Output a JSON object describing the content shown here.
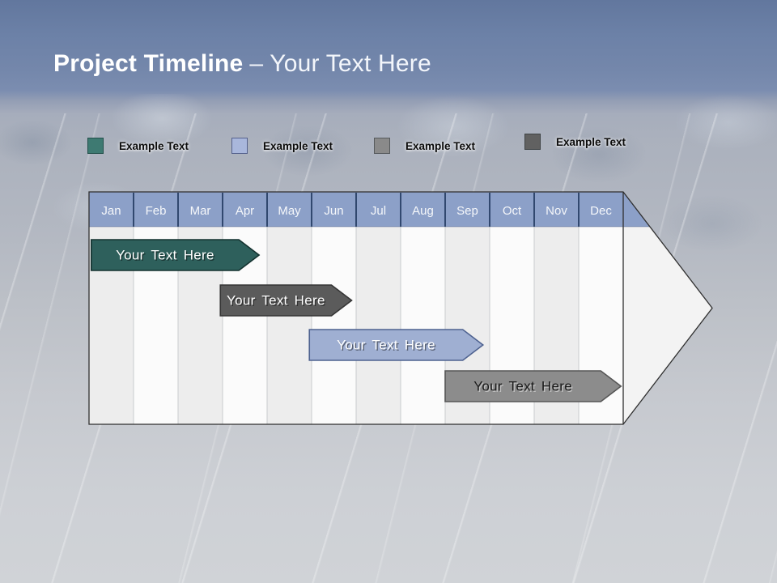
{
  "slide": {
    "title": {
      "primary": "Project Timeline",
      "secondary": "– Your Text Here"
    },
    "legend": [
      {
        "label": "Example Text",
        "color": "#3E7A72",
        "border": "#23504B"
      },
      {
        "label": "Example Text",
        "color": "#A9B7DC",
        "border": "#55618C"
      },
      {
        "label": "Example Text",
        "color": "#8A8A8A",
        "border": "#55595C"
      },
      {
        "label": "Example Text",
        "color": "#616161",
        "border": "#3F4345"
      }
    ]
  },
  "chart_data": {
    "type": "gantt",
    "title": "Project Timeline – Your Text Here",
    "months": [
      "Jan",
      "Feb",
      "Mar",
      "Apr",
      "May",
      "Jun",
      "Jul",
      "Aug",
      "Sep",
      "Oct",
      "Nov",
      "Dec"
    ],
    "layout": {
      "header_fill": "#8CA0C8",
      "header_divider": "#31486F",
      "month_text_color": "#F5F7FA",
      "stripe_odd": "#EDEDED",
      "stripe_even": "#FBFBFB",
      "tip_fill": "#F3F3F3",
      "column_line": "#C9CCCE",
      "outline": "#2F2F2F"
    },
    "bars": [
      {
        "label": "Your Text Here",
        "row": 0,
        "start_month": 0.05,
        "end_month": 3.82,
        "fill": "#2E605C",
        "stroke": "#14322F",
        "text_color": "#FFFFFF"
      },
      {
        "label": "Your Text Here",
        "row": 1,
        "start_month": 2.95,
        "end_month": 5.9,
        "fill": "#5B5B5B",
        "stroke": "#353535",
        "text_color": "#FFFFFF"
      },
      {
        "label": "Your Text Here",
        "row": 2,
        "start_month": 4.95,
        "end_month": 8.85,
        "fill": "#9FAFD2",
        "stroke": "#4E6290",
        "text_color": "#FFFFFF"
      },
      {
        "label": "Your Text Here",
        "row": 3,
        "start_month": 8.0,
        "end_month": 11.95,
        "fill": "#8C8C8C",
        "stroke": "#565656",
        "text_color": "#1A1A1A"
      }
    ]
  }
}
